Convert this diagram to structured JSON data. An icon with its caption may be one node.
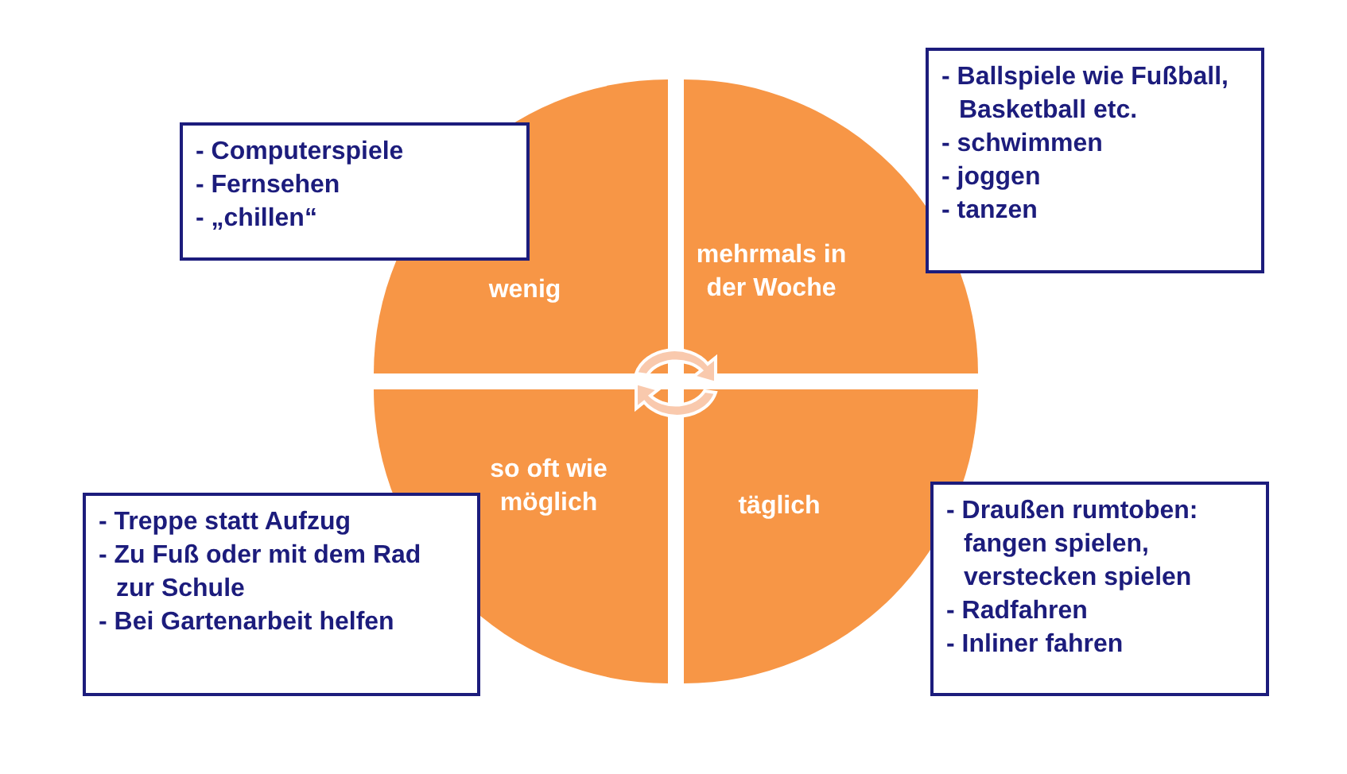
{
  "diagram": {
    "nodes": [
      {
        "text": [
          "wenig"
        ]
      },
      {
        "text": [
          "mehrmals in der Woche"
        ]
      },
      {
        "text": [
          "so oft wie möglich"
        ]
      },
      {
        "text": [
          "täglich"
        ]
      },
      {
        "text": [
          "- Computerspiele",
          "- Fernsehen",
          "- „chillen“"
        ]
      },
      {
        "text": [
          "- Ballspiele wie Fußball, Basketball etc.",
          "- schwimmen",
          "- joggen",
          "- tanzen"
        ]
      },
      {
        "text": [
          "- Treppe statt Aufzug",
          "- Zu Fuß oder mit dem Rad zur Schule",
          "- Bei Gartenarbeit helfen"
        ]
      },
      {
        "text": [
          "- Draußen rumtoben: fangen spielen, verstecken spielen",
          "- Radfahren",
          "- Inliner fahren"
        ]
      }
    ]
  }
}
